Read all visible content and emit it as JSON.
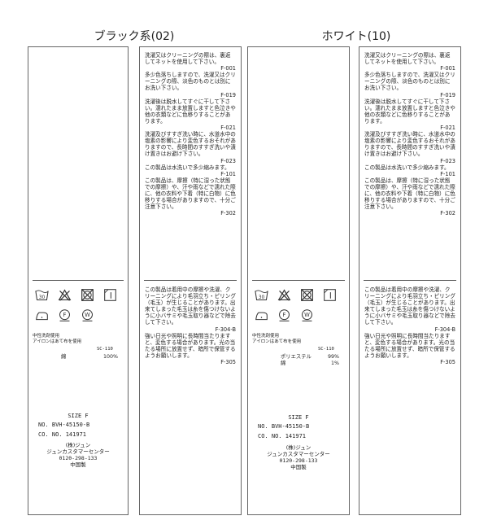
{
  "variants": [
    {
      "title": "ブラック系(02)",
      "label": {
        "care_instructions": "中性洗剤使用",
        "iron_note": "アイロンはあて布を使用",
        "sc_code": "SC-110",
        "composition": [
          {
            "material": "綿",
            "percent": "100%"
          }
        ],
        "size": "SIZE F",
        "product_no": "NO. BVH-45150-B",
        "co_no": "CO. NO. 141971",
        "company": "(株)ジュン",
        "customer_center": "ジュンカスタマーセンター",
        "phone": "0120-298-133",
        "origin": "中国製"
      }
    },
    {
      "title": "ホワイト(10)",
      "label": {
        "care_instructions": "中性洗剤使用",
        "iron_note": "アイロンはあて布を使用",
        "sc_code": "SC-110",
        "composition": [
          {
            "material": "ポリエステル",
            "percent": "99%"
          },
          {
            "material": "綿",
            "percent": "1%"
          }
        ],
        "size": "SIZE F",
        "product_no": "NO. BVH-45150-B",
        "co_no": "CO. NO. 141971",
        "company": "(株)ジュン",
        "customer_center": "ジュンカスタマーセンター",
        "phone": "0120-298-133",
        "origin": "中国製"
      }
    }
  ],
  "care_text_top": [
    {
      "text": "洗濯又はクリーニングの際は、裏返してネットを使用して下さい。",
      "code": "F-001"
    },
    {
      "text": "多少色落ちしますので、洗濯又はクリーニングの際、淡色のものとは別にお洗い下さい。",
      "code": "F-019"
    },
    {
      "text": "洗濯後は脱水してすぐに干して下さい。濡れたまま放置しますと色泣きや他の衣類などに色移りすることがあります。",
      "code": "F-021"
    },
    {
      "text": "洗濯及びすすぎ洗い時に、水道水中の塩素の影響により変色するおそれがありますので、長時間のすすぎ洗いや漬け置きはお避け下さい。",
      "code": "F-023"
    },
    {
      "text": "この製品は水洗いで多少縮みます。",
      "code": "F-101"
    },
    {
      "text": "この製品は、摩擦（特に湿った状態での摩擦）や、汗や雨などで濡れた際に、他の衣料や下着（特に白物）に色移りする場合がありますので、十分ご注意下さい。",
      "code": "F-302"
    }
  ],
  "care_text_bottom": [
    {
      "text": "この製品は着用中の摩擦や洗濯、クリーニングにより毛羽立ち・ピリング（毛玉）が生じることがあります。出来てしまった毛玉は糸を傷つけないように小バサミや毛玉取り器などで除去して下さい。",
      "code": "F-304-B"
    },
    {
      "text": "強い日光や照明に長時間当たりますと、変色する場合があります。光の当たる場所に放置せず、暗所で保管するようお願いします。",
      "code": "F-305"
    }
  ],
  "care_symbols": [
    "wash-30-icon",
    "no-bleach-icon",
    "no-tumble-dry-icon",
    "line-dry-icon",
    "iron-low-icon",
    "dry-clean-f-icon",
    "wet-clean-w-icon"
  ]
}
